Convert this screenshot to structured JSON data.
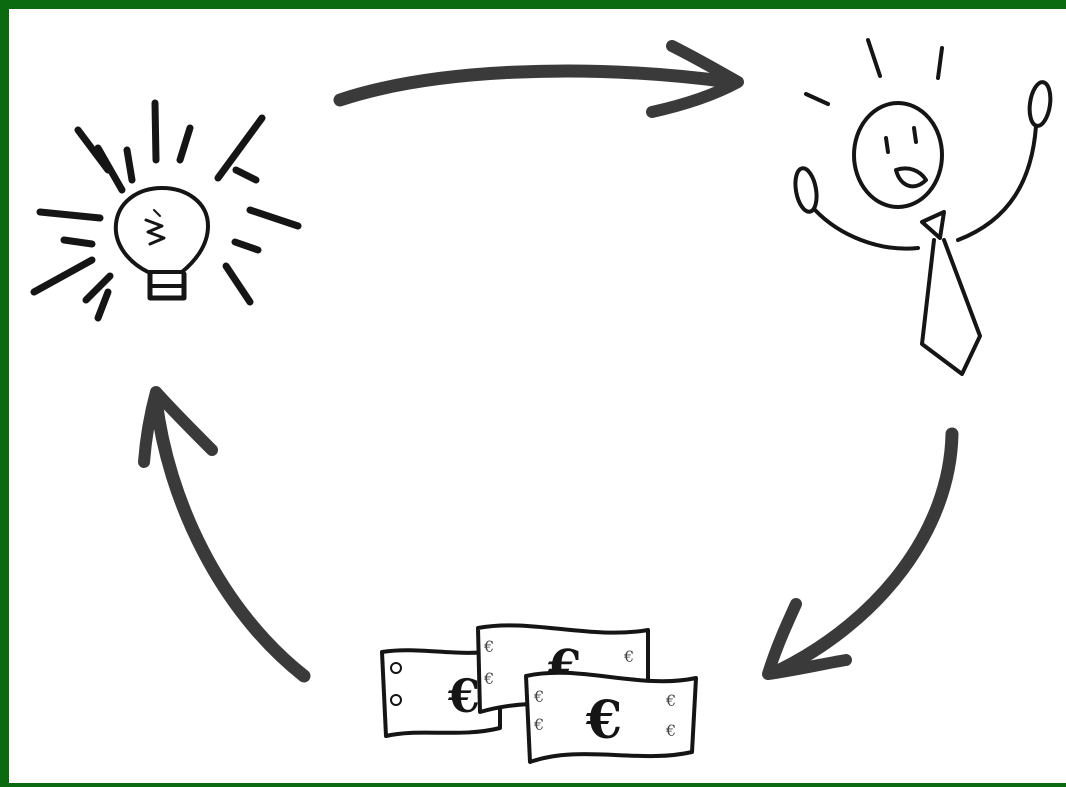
{
  "diagram": {
    "nodes": [
      {
        "id": "idea",
        "icon": "lightbulb-icon"
      },
      {
        "id": "entrepreneur",
        "icon": "happy-businessman-icon"
      },
      {
        "id": "money",
        "icon": "euro-banknotes-icon"
      }
    ],
    "edges": [
      {
        "from": "idea",
        "to": "entrepreneur"
      },
      {
        "from": "entrepreneur",
        "to": "money"
      },
      {
        "from": "money",
        "to": "idea"
      }
    ],
    "currency_symbol": "€"
  },
  "colors": {
    "border": "#0b6a10",
    "ink": "#151515",
    "arrow": "#3a3a3a"
  }
}
